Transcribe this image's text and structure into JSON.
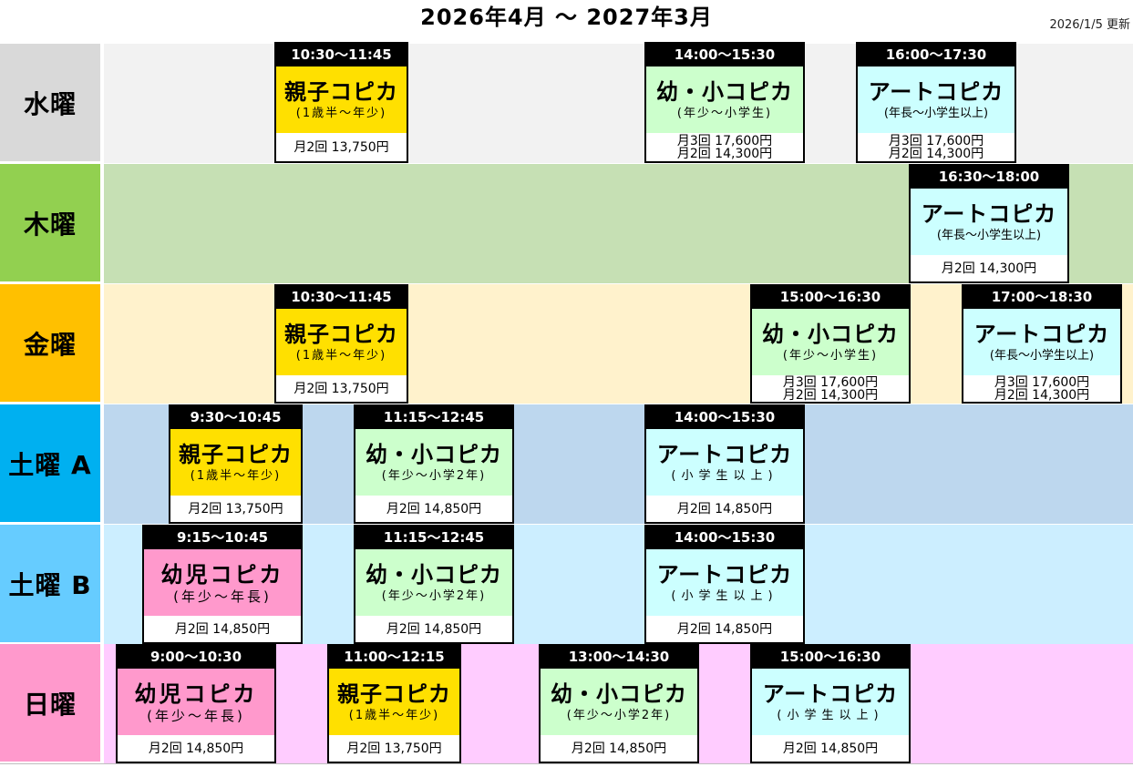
{
  "header": {
    "title": "2026年4月 〜 2027年3月",
    "updated": "2026/1/5 更新"
  },
  "colors": {
    "oyako": "#ffe000",
    "youshou": "#ccffcc",
    "art": "#ccffff",
    "youji": "#ff99cc",
    "time_bar": "#000000"
  },
  "rows": [
    {
      "day": "水曜",
      "label_color": "#d9d9d9",
      "bg_color": "#f2f2f2",
      "classes": [
        {
          "time": "10:30〜11:45",
          "name": "親子コピカ",
          "age": "(1歳半〜年少)",
          "price": [
            "月2回 13,750円"
          ]
        },
        {
          "time": "14:00〜15:30",
          "name": "幼・小コピカ",
          "age": "(年少〜小学生)",
          "price": [
            "月3回 17,600円",
            "月2回 14,300円"
          ]
        },
        {
          "time": "16:00〜17:30",
          "name": "アートコピカ",
          "age": "(年長〜小学生以上)",
          "price": [
            "月3回 17,600円",
            "月2回 14,300円"
          ]
        }
      ]
    },
    {
      "day": "木曜",
      "label_color": "#92d050",
      "bg_color": "#c6e0b4",
      "classes": [
        {
          "time": "16:30〜18:00",
          "name": "アートコピカ",
          "age": "(年長〜小学生以上)",
          "price": [
            "月2回 14,300円"
          ]
        }
      ]
    },
    {
      "day": "金曜",
      "label_color": "#ffc000",
      "bg_color": "#fff2cc",
      "classes": [
        {
          "time": "10:30〜11:45",
          "name": "親子コピカ",
          "age": "(1歳半〜年少)",
          "price": [
            "月2回 13,750円"
          ]
        },
        {
          "time": "15:00〜16:30",
          "name": "幼・小コピカ",
          "age": "(年少〜小学生)",
          "price": [
            "月3回 17,600円",
            "月2回 14,300円"
          ]
        },
        {
          "time": "17:00〜18:30",
          "name": "アートコピカ",
          "age": "(年長〜小学生以上)",
          "price": [
            "月3回 17,600円",
            "月2回 14,300円"
          ]
        }
      ]
    },
    {
      "day": "土曜 A",
      "label_color": "#00b0f0",
      "bg_color": "#bdd7ee",
      "classes": [
        {
          "time": "9:30〜10:45",
          "name": "親子コピカ",
          "age": "(1歳半〜年少)",
          "price": [
            "月2回 13,750円"
          ]
        },
        {
          "time": "11:15〜12:45",
          "name": "幼・小コピカ",
          "age": "(年少〜小学2年)",
          "price": [
            "月2回 14,850円"
          ]
        },
        {
          "time": "14:00〜15:30",
          "name": "アートコピカ",
          "age": "(小学生以上)",
          "price": [
            "月2回 14,850円"
          ]
        }
      ]
    },
    {
      "day": "土曜 B",
      "label_color": "#66ccff",
      "bg_color": "#cceeff",
      "classes": [
        {
          "time": "9:15〜10:45",
          "name": "幼児コピカ",
          "age": "(年少〜年長)",
          "price": [
            "月2回 14,850円"
          ]
        },
        {
          "time": "11:15〜12:45",
          "name": "幼・小コピカ",
          "age": "(年少〜小学2年)",
          "price": [
            "月2回 14,850円"
          ]
        },
        {
          "time": "14:00〜15:30",
          "name": "アートコピカ",
          "age": "(小学生以上)",
          "price": [
            "月2回 14,850円"
          ]
        }
      ]
    },
    {
      "day": "日曜",
      "label_color": "#ff99cc",
      "bg_color": "#ffccff",
      "classes": [
        {
          "time": "9:00〜10:30",
          "name": "幼児コピカ",
          "age": "(年少〜年長)",
          "price": [
            "月2回 14,850円"
          ]
        },
        {
          "time": "11:00〜12:15",
          "name": "親子コピカ",
          "age": "(1歳半〜年少)",
          "price": [
            "月2回 13,750円"
          ]
        },
        {
          "time": "13:00〜14:30",
          "name": "幼・小コピカ",
          "age": "(年少〜小学2年)",
          "price": [
            "月2回 14,850円"
          ]
        },
        {
          "time": "15:00〜16:30",
          "name": "アートコピカ",
          "age": "(小学生以上)",
          "price": [
            "月2回 14,850円"
          ]
        }
      ]
    }
  ]
}
